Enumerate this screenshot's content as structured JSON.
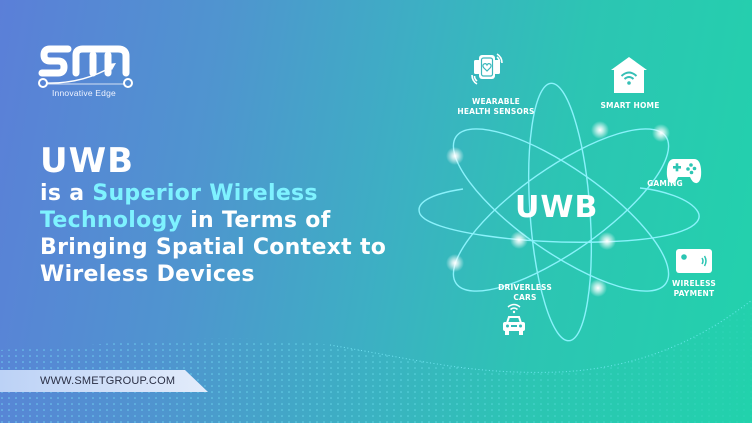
{
  "brand": {
    "logo_text": "SM",
    "tagline": "Innovative Edge"
  },
  "headline": {
    "title": "UWB",
    "line1_prefix": "is a ",
    "line1_highlight": "Superior Wireless",
    "line2_highlight": "Technology",
    "line2_suffix": " in Terms of",
    "line3": "Bringing Spatial Context to",
    "line4": "Wireless Devices"
  },
  "footer": {
    "url": "WWW.SMETGROUP.COM"
  },
  "diagram": {
    "center_label": "UWB",
    "nodes": [
      {
        "label_line1": "WEARABLE",
        "label_line2": "HEALTH SENSORS",
        "icon": "smartwatch-heart-icon"
      },
      {
        "label_line1": "SMART HOME",
        "label_line2": "",
        "icon": "smart-home-icon"
      },
      {
        "label_line1": "GAMING",
        "label_line2": "",
        "icon": "gamepad-icon"
      },
      {
        "label_line1": "WIRELESS",
        "label_line2": "PAYMENT",
        "icon": "contactless-card-icon"
      },
      {
        "label_line1": "DRIVERLESS",
        "label_line2": "CARS",
        "icon": "connected-car-icon"
      }
    ]
  },
  "colors": {
    "gradient_left": "#5b7fd8",
    "gradient_right": "#22d2ac",
    "highlight_text": "#7ef2ff",
    "orbit": "#8ff5ff",
    "url_bar": "#dbe6fa",
    "url_text": "#2a2f45"
  }
}
